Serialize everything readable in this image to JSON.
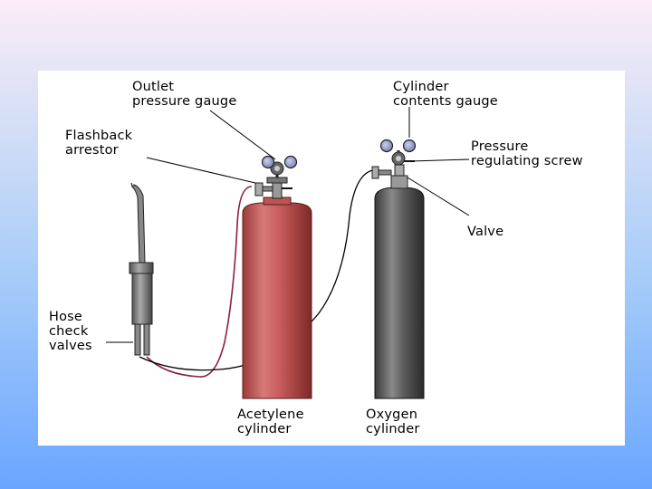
{
  "labels": {
    "outlet_gauge": [
      "Outlet",
      "pressure gauge"
    ],
    "flashback": [
      "Flashback",
      "arrestor"
    ],
    "cylinder_contents": [
      "Cylinder",
      "contents gauge"
    ],
    "pressure_screw": [
      "Pressure",
      "regulating screw"
    ],
    "valve": [
      "Valve"
    ],
    "hose_check": [
      "Hose",
      "check",
      "valves"
    ],
    "acetylene": [
      "Acetylene",
      "cylinder"
    ],
    "oxygen": [
      "Oxygen",
      "cylinder"
    ]
  },
  "colors": {
    "slide_top": "#fbecf8",
    "slide_bottom": "#6aa6ff",
    "acetylene_cylinder": "#c8605f",
    "oxygen_cylinder": "#5a5a5a",
    "acetylene_hose": "#8a2040",
    "oxygen_hose": "#000000",
    "gauge_face": "#8f98c4"
  }
}
